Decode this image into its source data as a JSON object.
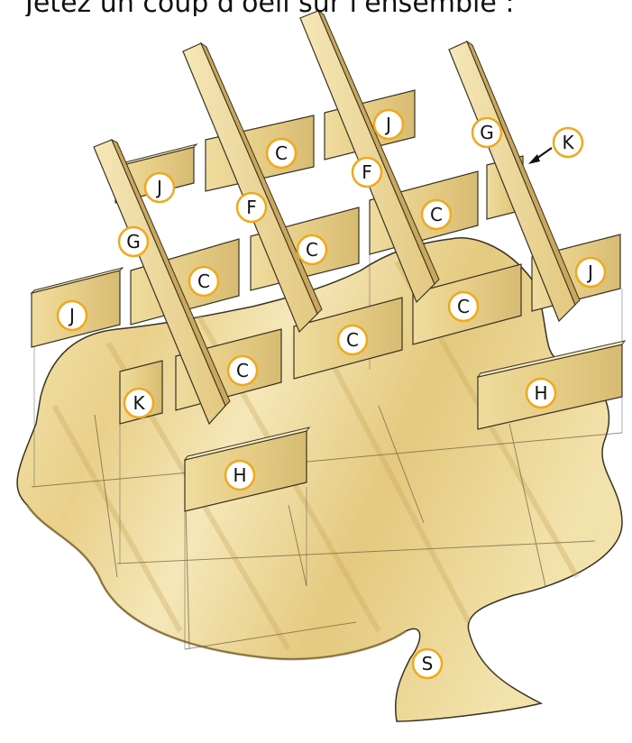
{
  "caption": "Jetez un coup d'oeil sur l'ensemble :",
  "colors": {
    "wood_light": "#f3e3ad",
    "wood_mid": "#e8cf85",
    "wood_dark": "#cdb070",
    "wood_side": "#b99a55",
    "outline": "#3a3220",
    "label_ring": "#f0a81c",
    "label_fill": "#ffffff"
  },
  "parts": {
    "S": "S",
    "C": "C",
    "F": "F",
    "G": "G",
    "H": "H",
    "J": "J",
    "K": "K"
  }
}
